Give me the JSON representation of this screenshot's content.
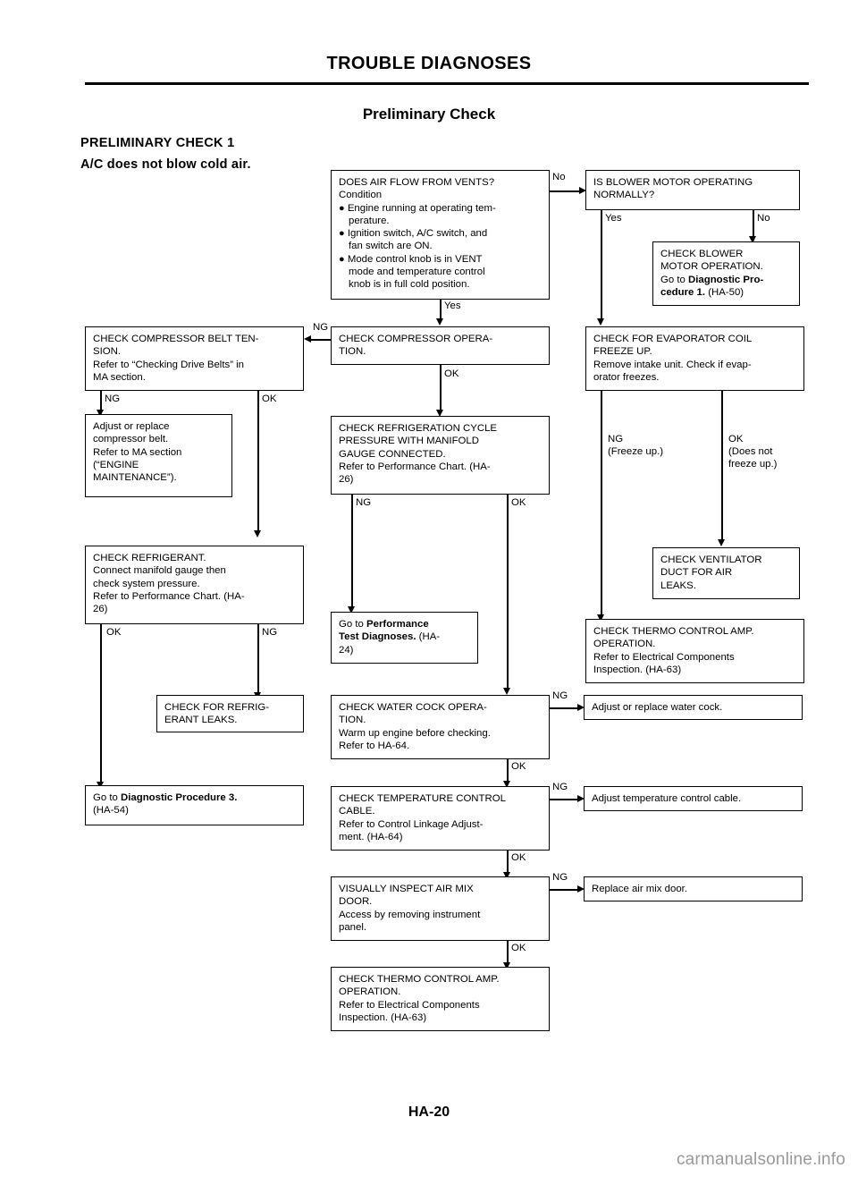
{
  "header": {
    "title": "TROUBLE DIAGNOSES",
    "section_title": "Preliminary Check",
    "check_heading": "PRELIMINARY CHECK 1",
    "check_subheading": "A/C does not blow cold air."
  },
  "footer": {
    "page_number": "HA-20",
    "watermark": "carmanualsonline.info"
  },
  "flow": {
    "b1": {
      "l1": "DOES AIR FLOW FROM VENTS?",
      "l2": "Condition",
      "b1a": "Engine running at operating tem-",
      "b1b": "perature.",
      "b2a": "Ignition switch, A/C switch, and",
      "b2b": "fan switch are ON.",
      "b3a": "Mode control knob is in VENT",
      "b3b": "mode and temperature control",
      "b3c": "knob is in full cold position."
    },
    "b2": {
      "l1": "IS BLOWER MOTOR OPERATING",
      "l2": "NORMALLY?"
    },
    "b3": {
      "l1": "CHECK BLOWER",
      "l2": "MOTOR OPERATION.",
      "l3a": "Go to ",
      "l3b": "Diagnostic Pro-",
      "l4a": "cedure 1.",
      "l4b": " (HA-50)"
    },
    "b4": {
      "l1": "CHECK COMPRESSOR BELT TEN-",
      "l2": "SION.",
      "l3": "Refer to “Checking Drive Belts” in",
      "l4": "MA section."
    },
    "b5": {
      "l1": "CHECK COMPRESSOR OPERA-",
      "l2": "TION."
    },
    "b6": {
      "l1": "CHECK FOR EVAPORATOR COIL",
      "l2": "FREEZE UP.",
      "l3": "Remove intake unit. Check if evap-",
      "l4": "orator freezes."
    },
    "b7": {
      "l1": "Adjust or replace",
      "l2": "compressor belt.",
      "l3": "Refer to MA section",
      "l4": "(“ENGINE",
      "l5": "MAINTENANCE”)."
    },
    "b8": {
      "l1": "CHECK REFRIGERATION CYCLE",
      "l2": "PRESSURE WITH MANIFOLD",
      "l3": "GAUGE CONNECTED.",
      "l4": "Refer to Performance Chart. (HA-",
      "l5": "26)"
    },
    "b9": {
      "l1": "CHECK REFRIGERANT.",
      "l2": "Connect manifold gauge then",
      "l3": "check system pressure.",
      "l4": "Refer to Performance Chart. (HA-",
      "l5": "26)"
    },
    "b10": {
      "l1": "CHECK VENTILATOR",
      "l2": "DUCT FOR AIR",
      "l3": "LEAKS."
    },
    "b11": {
      "l1": "CHECK THERMO CONTROL AMP.",
      "l2": "OPERATION.",
      "l3": "Refer to Electrical Components",
      "l4": "Inspection. (HA-63)"
    },
    "b12": {
      "l1a": "Go to ",
      "l1b": "Performance",
      "l2a": "Test Diagnoses.",
      "l2b": " (HA-",
      "l3": "24)"
    },
    "b13": {
      "l1": "CHECK FOR REFRIG-",
      "l2": "ERANT LEAKS."
    },
    "b14": {
      "l1": "CHECK WATER COCK OPERA-",
      "l2": "TION.",
      "l3": "Warm up engine before checking.",
      "l4": "Refer to HA-64."
    },
    "b15": {
      "l1": "Adjust or replace water cock."
    },
    "b16": {
      "l1a": "Go to ",
      "l1b": "Diagnostic Procedure 3.",
      "l2": "(HA-54)"
    },
    "b17": {
      "l1": "CHECK TEMPERATURE CONTROL",
      "l2": "CABLE.",
      "l3": "Refer to Control Linkage Adjust-",
      "l4": "ment. (HA-64)"
    },
    "b18": {
      "l1": "Adjust temperature control cable."
    },
    "b19": {
      "l1": "VISUALLY INSPECT AIR MIX",
      "l2": "DOOR.",
      "l3": "Access by removing instrument",
      "l4": "panel."
    },
    "b20": {
      "l1": "Replace air mix door."
    },
    "b21": {
      "l1": "CHECK THERMO CONTROL AMP.",
      "l2": "OPERATION.",
      "l3": "Refer to Electrical Components",
      "l4": "Inspection. (HA-63)"
    }
  },
  "labels": {
    "no_1": "No",
    "yes_1": "Yes",
    "no_2": "No",
    "yes_2": "Yes",
    "ng_belt_in": "NG",
    "ng_belt_out": "NG",
    "ok_belt": "OK",
    "ok_compressor": "OK",
    "ng_cycle": "NG",
    "ok_cycle": "OK",
    "ng_freeze": "NG",
    "ng_freeze_note": "(Freeze up.)",
    "ok_freeze": "OK",
    "ok_freeze_note1": "(Does not",
    "ok_freeze_note2": "freeze up.)",
    "ok_refrigerant": "OK",
    "ng_refrigerant": "NG",
    "ng_watercock": "NG",
    "ok_watercock": "OK",
    "ng_tempcable": "NG",
    "ok_tempcable": "OK",
    "ng_airmix": "NG",
    "ok_airmix": "OK"
  }
}
